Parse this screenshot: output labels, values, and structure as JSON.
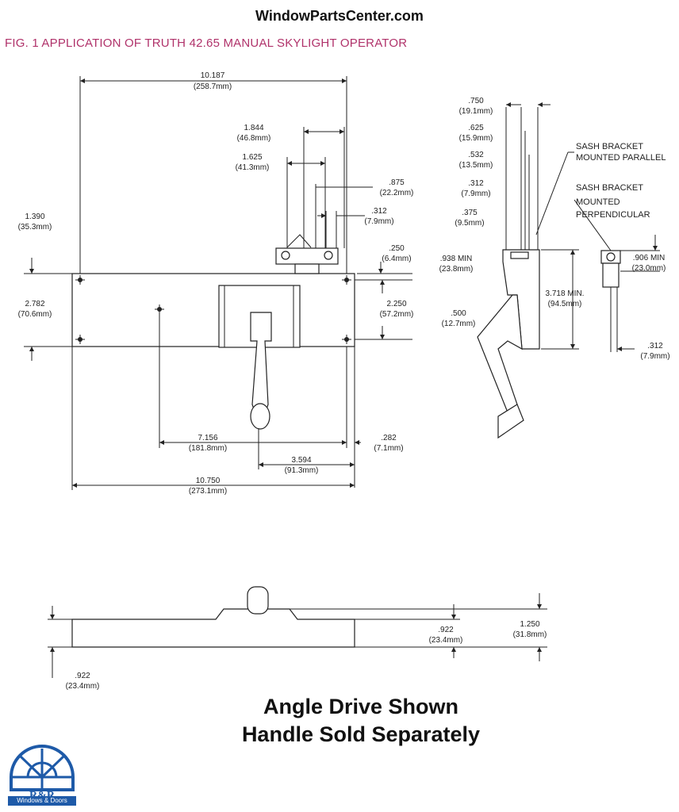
{
  "header": {
    "site": "WindowPartsCenter.com",
    "figure_title": "FIG. 1  APPLICATION OF TRUTH 42.65 MANUAL SKYLIGHT OPERATOR"
  },
  "front_view": {
    "dims": {
      "overall_top": [
        "10.187",
        "(258.7mm)"
      ],
      "d1844": [
        "1.844",
        "(46.8mm)"
      ],
      "d1625": [
        "1.625",
        "(41.3mm)"
      ],
      "d875": [
        ".875",
        "(22.2mm)"
      ],
      "d312": [
        ".312",
        "(7.9mm)"
      ],
      "d250": [
        ".250",
        "(6.4mm)"
      ],
      "d1390": [
        "1.390",
        "(35.3mm)"
      ],
      "d2782": [
        "2.782",
        "(70.6mm)"
      ],
      "d2250": [
        "2.250",
        "(57.2mm)"
      ],
      "d7156": [
        "7.156",
        "(181.8mm)"
      ],
      "d282": [
        ".282",
        "(7.1mm)"
      ],
      "d3594": [
        "3.594",
        "(91.3mm)"
      ],
      "d10750": [
        "10.750",
        "(273.1mm)"
      ]
    }
  },
  "side_view": {
    "dims": {
      "d750": [
        ".750",
        "(19.1mm)"
      ],
      "d625": [
        ".625",
        "(15.9mm)"
      ],
      "d532": [
        ".532",
        "(13.5mm)"
      ],
      "d312": [
        ".312",
        "(7.9mm)"
      ],
      "d375": [
        ".375",
        "(9.5mm)"
      ],
      "d938": [
        ".938 MIN",
        "(23.8mm)"
      ],
      "d500": [
        ".500",
        "(12.7mm)"
      ],
      "d3718": [
        "3.718 MIN.",
        "(94.5mm)"
      ],
      "d906": [
        ".906 MIN",
        "(23.0mm)"
      ],
      "d312b": [
        ".312",
        "(7.9mm)"
      ]
    },
    "notes": {
      "parallel_1": "SASH BRACKET",
      "parallel_2": "MOUNTED PARALLEL",
      "perp_1": "SASH BRACKET",
      "perp_2": "MOUNTED",
      "perp_3": "PERPENDICULAR"
    }
  },
  "bottom_view": {
    "dims": {
      "d922a": [
        ".922",
        "(23.4mm)"
      ],
      "d1250": [
        "1.250",
        "(31.8mm)"
      ],
      "d922b": [
        ".922",
        "(23.4mm)"
      ]
    }
  },
  "captions": {
    "line1": "Angle Drive Shown",
    "line2": "Handle Sold Separately"
  },
  "logo": {
    "name": "R&R",
    "tagline": "Windows & Doors",
    "brand_color": "#1e5aa8"
  },
  "colors": {
    "figure_title": "#b0326a",
    "line": "#222222"
  }
}
